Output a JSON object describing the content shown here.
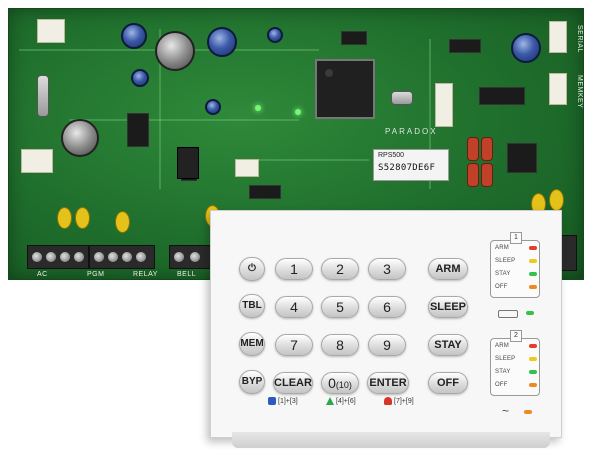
{
  "pcb": {
    "sticker_model": "RPS500",
    "sticker_code": "S52807DE6F",
    "brand": "PARADOX",
    "serial_label": "SERIAL",
    "memkey_label": "MEMKEY",
    "ac_label": "AC",
    "pgm_label": "PGM",
    "relay_label": "RELAY",
    "bell_label": "BELL"
  },
  "keypad": {
    "keys": {
      "power": "⏻",
      "k1": "1",
      "k2": "2",
      "k3": "3",
      "k4": "4",
      "k5": "5",
      "k6": "6",
      "k7": "7",
      "k8": "8",
      "k9": "9",
      "k0": "0",
      "k0_sub": "(10)",
      "tbl": "TBL",
      "mem": "MEM",
      "byp": "BYP",
      "arm": "ARM",
      "sleep": "SLEEP",
      "stay": "STAY",
      "off": "OFF",
      "clear": "CLEAR",
      "enter": "ENTER"
    },
    "quick": {
      "panic1": "[1]+[3]",
      "panic2": "[4]+[6]",
      "panic3": "[7]+[9]"
    },
    "status": {
      "area1_num": "1",
      "area2_num": "2",
      "arm": "ARM",
      "sleep": "SLEEP",
      "stay": "STAY",
      "off": "OFF",
      "ac_symbol": "~"
    },
    "colors": {
      "led_arm": "#e63b2e",
      "led_sleep": "#f0c81e",
      "led_stay": "#33c24a",
      "led_off": "#ee8a22"
    }
  }
}
